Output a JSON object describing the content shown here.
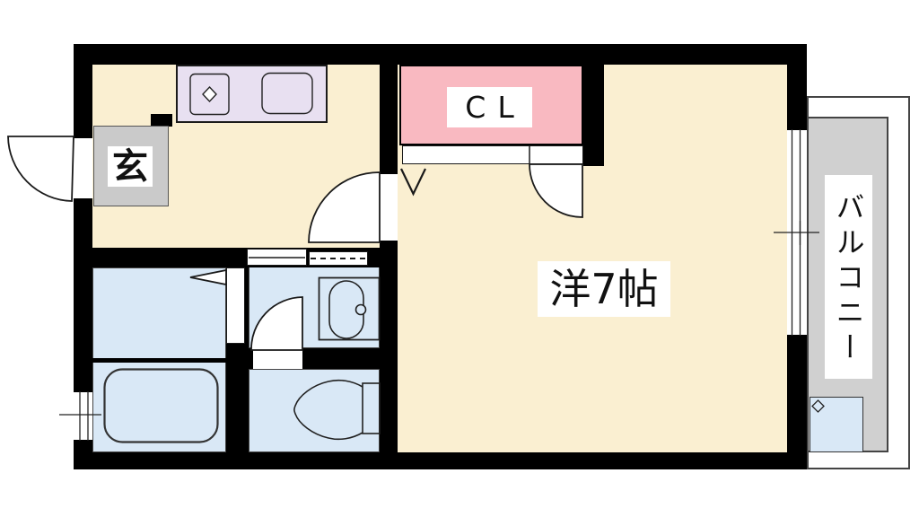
{
  "plan_title": "1K apartment floor plan",
  "rooms": {
    "entrance": {
      "label": "玄"
    },
    "closet": {
      "label": "CL"
    },
    "main_room": {
      "label": "洋7帖"
    },
    "balcony": {
      "label": "バルコニー"
    }
  },
  "fixtures": [
    "entrance-door-swing",
    "kitchen-door-swing",
    "closet-folding-door",
    "closet-door-swing",
    "toilet-door-swing",
    "laundry-door",
    "sliding-partition",
    "stove-burner",
    "kitchen-sink",
    "washbasin",
    "bathtub",
    "toilet",
    "left-window",
    "balcony-window",
    "washer-pan"
  ],
  "colors": {
    "wall": "#000000",
    "floor": "#FAEFD1",
    "wet_area": "#D9E8F6",
    "closet_pink": "#F9B9C1",
    "counter_lavender": "#E8E0F1",
    "entrance_gray": "#CACACA",
    "balcony_gray": "#D0D0D0",
    "label_bg": "#FFFFFF",
    "line": "#1A1A1A"
  }
}
